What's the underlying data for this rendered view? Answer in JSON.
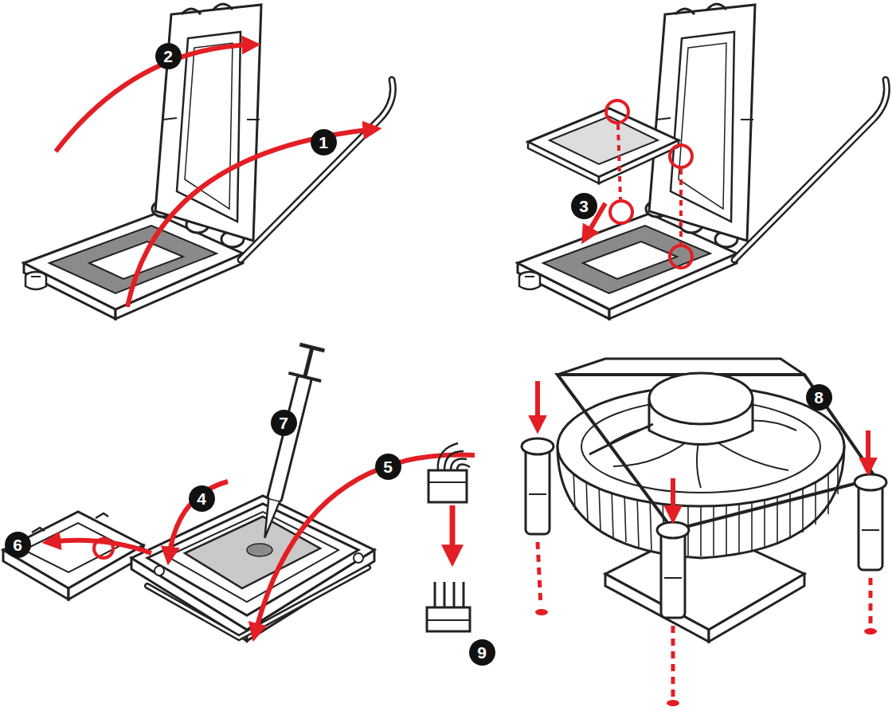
{
  "diagram": {
    "labels": [
      "1",
      "2",
      "3",
      "4",
      "5",
      "6",
      "7",
      "8",
      "9"
    ]
  }
}
